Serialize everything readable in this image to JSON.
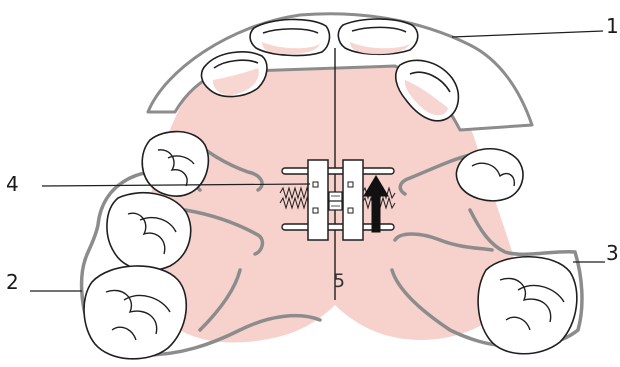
{
  "labels": {
    "label_1": "1",
    "label_2": "2",
    "label_3": "3",
    "label_4": "4",
    "label_5": "5"
  },
  "colors": {
    "palate_fill": "#f7d1cc",
    "plate_outline": "#8c8c8c",
    "tooth_outline": "#1f1f1f",
    "line_color": "#1f1f1f",
    "metal_gray": "#9a9a9a"
  }
}
